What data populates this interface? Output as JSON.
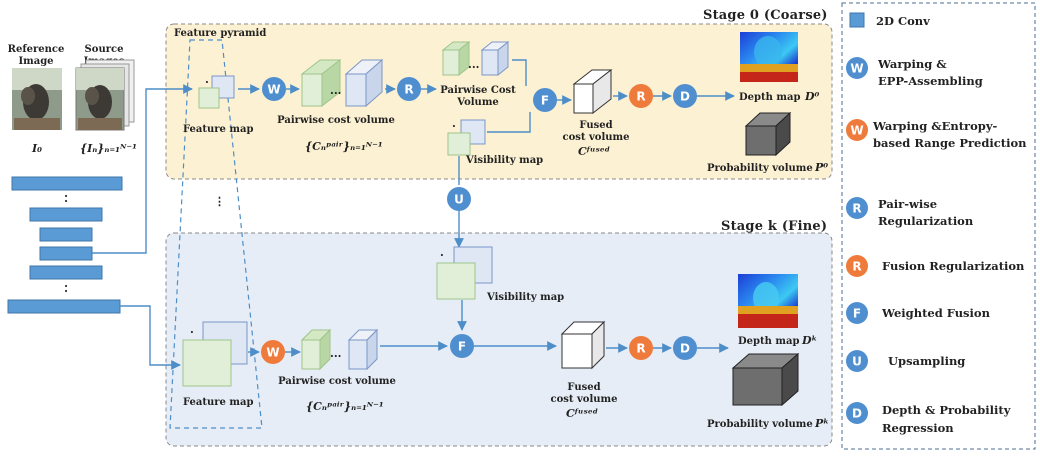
{
  "colors": {
    "op_blue": "#4f8fd0",
    "op_orange": "#ee7b3b",
    "conv_blue": "#5b9bd5",
    "stage0_bg": "#fdf1d3",
    "stagek_bg": "#e6edf6",
    "arrow": "#4d8ec8",
    "fmap_green": "#e2efd8",
    "fmap_green_border": "#9ec48a",
    "fmap_blue": "#dfe7f5",
    "fmap_blue_border": "#7a96c8"
  },
  "inputs": {
    "reference_title": "Reference Image",
    "reference_symbol": "I₀",
    "source_title": "Source Images",
    "source_symbol": "{Iₙ}ₙ₌₁ᴺ⁻¹"
  },
  "stage0": {
    "title": "Stage 0 (Coarse)",
    "pyramid_label": "Feature pyramid",
    "feature_map": "Feature map",
    "pairwise_volume": "Pairwise cost volume",
    "pairwise_math": "{Cₙᵖᵃⁱʳ}ₙ₌₁ᴺ⁻¹",
    "pairwise_cost_volume": "Pairwise Cost Volume",
    "visibility_map": "Visibility map",
    "fused_volume": "Fused cost volume",
    "fused_math": "Cᶠᵘˢᵉᵈ",
    "depth_map": "Depth map",
    "depth_math": "D⁰",
    "probability_volume": "Probability volume",
    "probability_math": "P⁰"
  },
  "stagek": {
    "title": "Stage k (Fine)",
    "feature_map": "Feature map",
    "pairwise_volume": "Pairwise cost volume",
    "pairwise_math": "{Cₙᵖᵃⁱʳ}ₙ₌₁ᴺ⁻¹",
    "visibility_map": "Visibility map",
    "fused_volume": "Fused cost volume",
    "fused_math": "Cᶠᵘˢᵉᵈ",
    "depth_map": "Depth map",
    "depth_math": "Dᵏ",
    "probability_volume": "Probability volume",
    "probability_math": "Pᵏ"
  },
  "ops": {
    "W": "W",
    "R": "R",
    "F": "F",
    "D": "D",
    "U": "U"
  },
  "legend": {
    "conv2d": "2D Conv",
    "warping_epp": [
      "Warping &",
      "EPP-Assembling"
    ],
    "warping_entropy": [
      "Warping &Entropy-",
      "based Range Prediction"
    ],
    "pairwise_reg": [
      "Pair-wise",
      "Regularization"
    ],
    "fusion_reg": "Fusion Regularization",
    "weighted_fusion": "Weighted Fusion",
    "upsampling": "Upsampling",
    "depth_prob": [
      "Depth & Probability",
      "Regression"
    ]
  }
}
